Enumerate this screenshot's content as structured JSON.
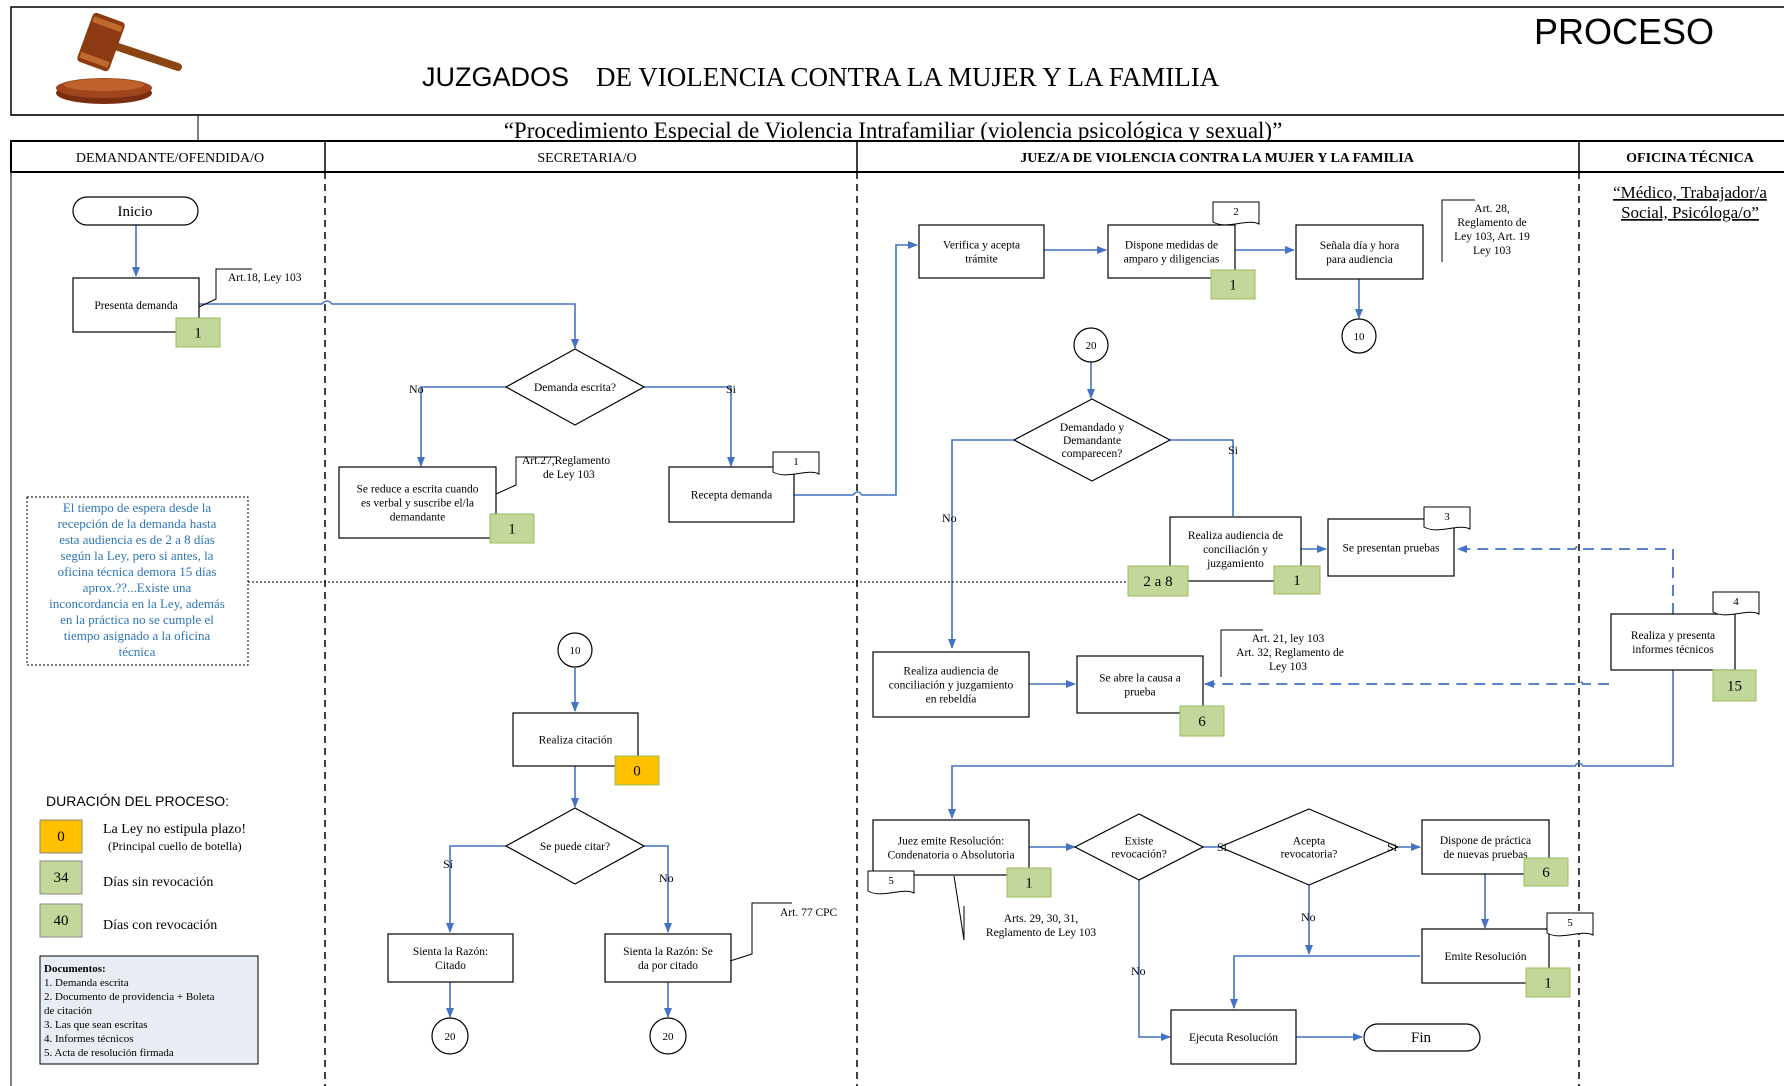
{
  "header": {
    "title_left": "JUZGADOS",
    "title_right": "DE VIOLENCIA CONTRA LA MUJER Y LA FAMILIA",
    "proceso": "PROCESO",
    "subtitle": "“Procedimiento Especial de Violencia Intrafamiliar (violencia psicológica y sexual)”"
  },
  "lanes": [
    "DEMANDANTE/OFENDIDA/O",
    "SECRETARIA/O",
    "JUEZ/A DE VIOLENCIA CONTRA LA MUJER Y LA FAMILIA",
    "OFICINA TÉCNICA"
  ],
  "oficina_note": [
    "“Médico, Trabajador/a",
    "Social, Psicóloga/o”"
  ],
  "terminals": {
    "start": "Inicio",
    "end": "Fin"
  },
  "processes": {
    "presenta_demanda": [
      "Presenta demanda"
    ],
    "se_reduce": [
      "Se reduce a escrita cuando",
      "es verbal y suscribe el/la",
      "demandante"
    ],
    "recepta_demanda": [
      "Recepta demanda"
    ],
    "verifica": [
      "Verifica y acepta",
      "trámite"
    ],
    "dispone_medidas": [
      "Dispone medidas de",
      "amparo y diligencias"
    ],
    "senala_dia": [
      "Señala día y hora",
      "para audiencia"
    ],
    "realiza_audiencia": [
      "Realiza audiencia de",
      "conciliación y",
      "juzgamiento"
    ],
    "se_presentan_pruebas": [
      "Se presentan pruebas"
    ],
    "audiencia_rebeldia": [
      "Realiza audiencia de",
      "conciliación y juzgamiento",
      "en rebeldía"
    ],
    "se_abre_causa": [
      "Se abre la causa a",
      "prueba"
    ],
    "realiza_informes": [
      "Realiza y presenta",
      "informes técnicos"
    ],
    "realiza_citacion": [
      "Realiza citación"
    ],
    "sienta_citado": [
      "Sienta la Razón:",
      "Citado"
    ],
    "sienta_por_citado": [
      "Sienta la Razón: Se",
      "da por citado"
    ],
    "juez_emite": [
      "Juez emite Resolución:",
      "Condenatoria o Absolutoria"
    ],
    "dispone_practica": [
      "Dispone de práctica",
      "de nuevas pruebas"
    ],
    "emite_resolucion": [
      "Emite Resolución"
    ],
    "ejecuta_resolucion": [
      "Ejecuta Resolución"
    ]
  },
  "decisions": {
    "demanda_escrita": [
      "Demanda escrita?"
    ],
    "comparecen": [
      "Demandado y",
      "Demandante",
      "comparecen?"
    ],
    "puede_citar": [
      "Se puede citar?"
    ],
    "existe_revocacion": [
      "Existe",
      "revocación?"
    ],
    "acepta_revocatoria": [
      "Acepta",
      "revocatoria?"
    ]
  },
  "edge_labels": {
    "yes": "Si",
    "yes_alt": "Sí",
    "no": "No"
  },
  "connectors": [
    "10",
    "20"
  ],
  "annotations": {
    "art18": [
      "Art.18, Ley 103"
    ],
    "art27": [
      "Art.27,Reglamento",
      "de Ley 103"
    ],
    "art28": [
      "Art. 28,",
      "Reglamento de",
      "Ley 103, Art. 19",
      "Ley 103"
    ],
    "art21": [
      "Art. 21, ley 103",
      "Art. 32, Reglamento de",
      "Ley 103"
    ],
    "art77": [
      "Art. 77 CPC"
    ],
    "art29": [
      "Arts. 29, 30, 31,",
      "Reglamento de Ley 103"
    ]
  },
  "doc_numbers": [
    "1",
    "2",
    "3",
    "4",
    "5"
  ],
  "durations": {
    "presenta": "1",
    "se_reduce": "1",
    "dispone": "1",
    "audiencia": "1",
    "dos_a_ocho": "2 a 8",
    "causa": "6",
    "informes": "15",
    "citacion": "0",
    "juez": "1",
    "practica": "6",
    "emite": "1"
  },
  "wait_note": [
    "El tiempo de espera desde la",
    "recepción de la demanda hasta",
    "esta audiencia es de 2 a 8 días",
    "según la Ley, pero si antes, la",
    "oficina técnica demora 15 días",
    "aprox.??...Existe una",
    "inconcordancia en la Ley, además",
    "en la práctica no se cumple el",
    "tiempo asignado a la oficina",
    "técnica"
  ],
  "legend": {
    "title": "DURACIÓN DEL PROCESO:",
    "items": [
      {
        "value": "0",
        "label": "La Ley no estipula plazo!",
        "sub": "(Principal cuello de botella)",
        "color": "#ffc000"
      },
      {
        "value": "34",
        "label": "Días sin revocación",
        "sub": "",
        "color": "#c4d79b"
      },
      {
        "value": "40",
        "label": "Días con revocación",
        "sub": "",
        "color": "#c4d79b"
      }
    ]
  },
  "documents": {
    "title": "Documentos:",
    "items": [
      "1. Demanda escrita",
      "2. Documento de providencia + Boleta",
      "de citación",
      "3. Las que sean escritas",
      "4. Informes técnicos",
      "5. Acta de resolución firmada"
    ]
  },
  "colors": {
    "arrow": "#4472c4",
    "green": "#c4d79b",
    "orange": "#ffc000",
    "note_text": "#2e75b6",
    "doc_box": "#e8edf3"
  }
}
